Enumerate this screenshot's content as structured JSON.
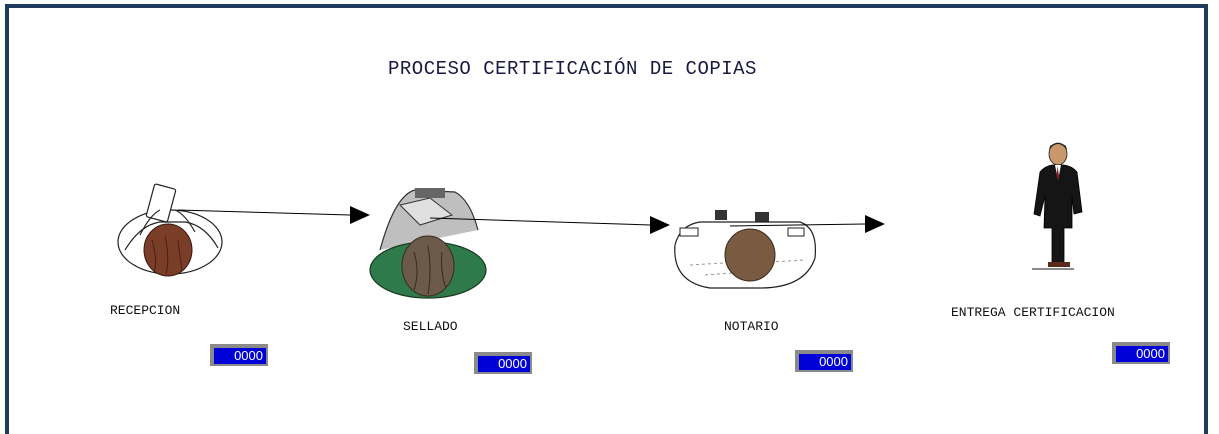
{
  "title": "PROCESO CERTIFICACIÓN DE COPIAS",
  "stages": [
    {
      "label": "RECEPCION",
      "counter": "0000",
      "figure": "person-reading-icon"
    },
    {
      "label": "SELLADO",
      "counter": "0000",
      "figure": "person-stamping-icon"
    },
    {
      "label": "NOTARIO",
      "counter": "0000",
      "figure": "notary-desk-icon"
    },
    {
      "label": "ENTREGA CERTIFICACION",
      "counter": "0000",
      "figure": "businessman-icon"
    }
  ],
  "colors": {
    "frame": "#1f3c5e",
    "counter_screen": "#0000d8",
    "counter_text": "#ffffff"
  }
}
